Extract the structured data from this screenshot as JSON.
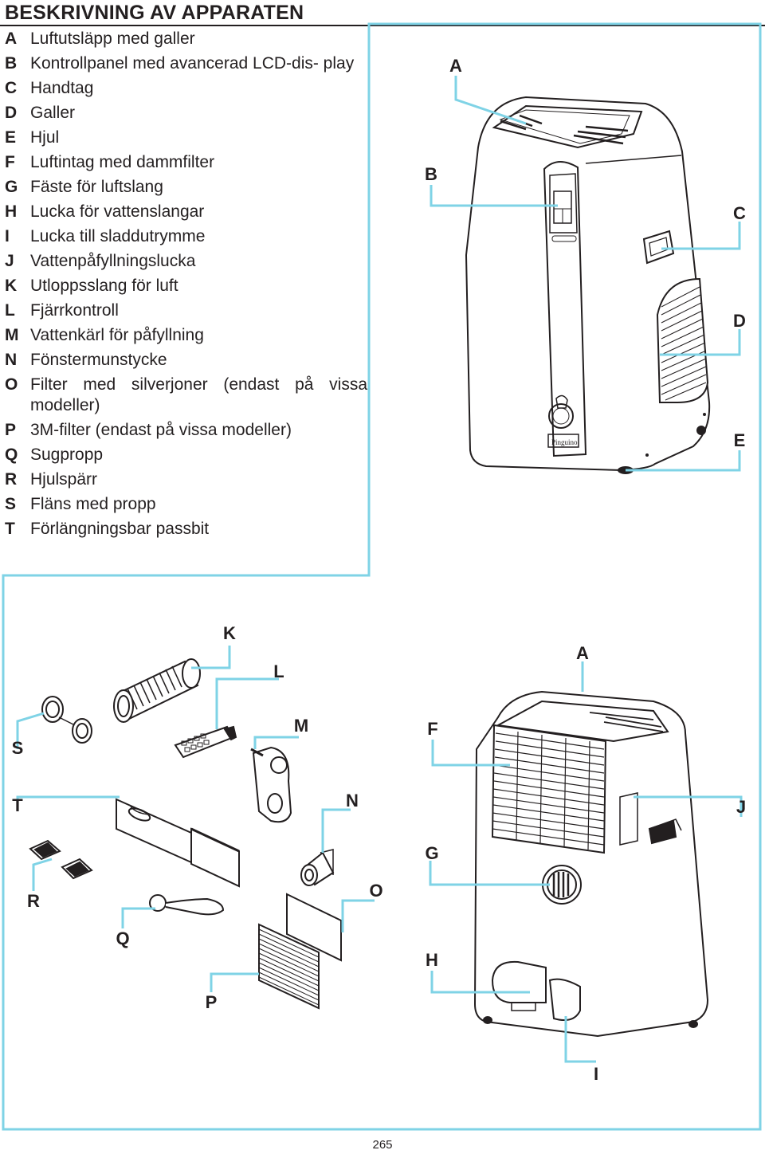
{
  "title": "BESKRIVNING AV APPARATEN",
  "legend": [
    {
      "letter": "A",
      "text": "Luftutsläpp med galler"
    },
    {
      "letter": "B",
      "text": "Kontrollpanel med avancerad LCD-dis- play"
    },
    {
      "letter": "C",
      "text": "Handtag"
    },
    {
      "letter": "D",
      "text": "Galler"
    },
    {
      "letter": "E",
      "text": "Hjul"
    },
    {
      "letter": "F",
      "text": "Luftintag med dammfilter"
    },
    {
      "letter": "G",
      "text": "Fäste för luftslang"
    },
    {
      "letter": "H",
      "text": "Lucka för vattenslangar"
    },
    {
      "letter": "I",
      "text": "Lucka till sladdutrymme"
    },
    {
      "letter": "J",
      "text": "Vattenpåfyllningslucka"
    },
    {
      "letter": "K",
      "text": "Utloppsslang för luft"
    },
    {
      "letter": "L",
      "text": "Fjärrkontroll"
    },
    {
      "letter": "M",
      "text": "Vattenkärl för påfyllning"
    },
    {
      "letter": "N",
      "text": "Fönstermunstycke"
    },
    {
      "letter": "O",
      "text": "Filter med silverjoner (endast på vissa modeller)"
    },
    {
      "letter": "P",
      "text": "3M-filter (endast på vissa modeller)"
    },
    {
      "letter": "Q",
      "text": "Sugpropp"
    },
    {
      "letter": "R",
      "text": "Hjulspärr"
    },
    {
      "letter": "S",
      "text": "Fläns med propp"
    },
    {
      "letter": "T",
      "text": "Förlängningsbar passbit"
    }
  ],
  "callouts_front": [
    "A",
    "B",
    "C",
    "D",
    "E"
  ],
  "callouts_bottom": [
    "K",
    "L",
    "A",
    "M",
    "F",
    "S",
    "T",
    "N",
    "J",
    "G",
    "R",
    "O",
    "Q",
    "H",
    "P",
    "I"
  ],
  "page_number": "265",
  "colors": {
    "frame": "#7fd3e6",
    "ink": "#231f20"
  }
}
